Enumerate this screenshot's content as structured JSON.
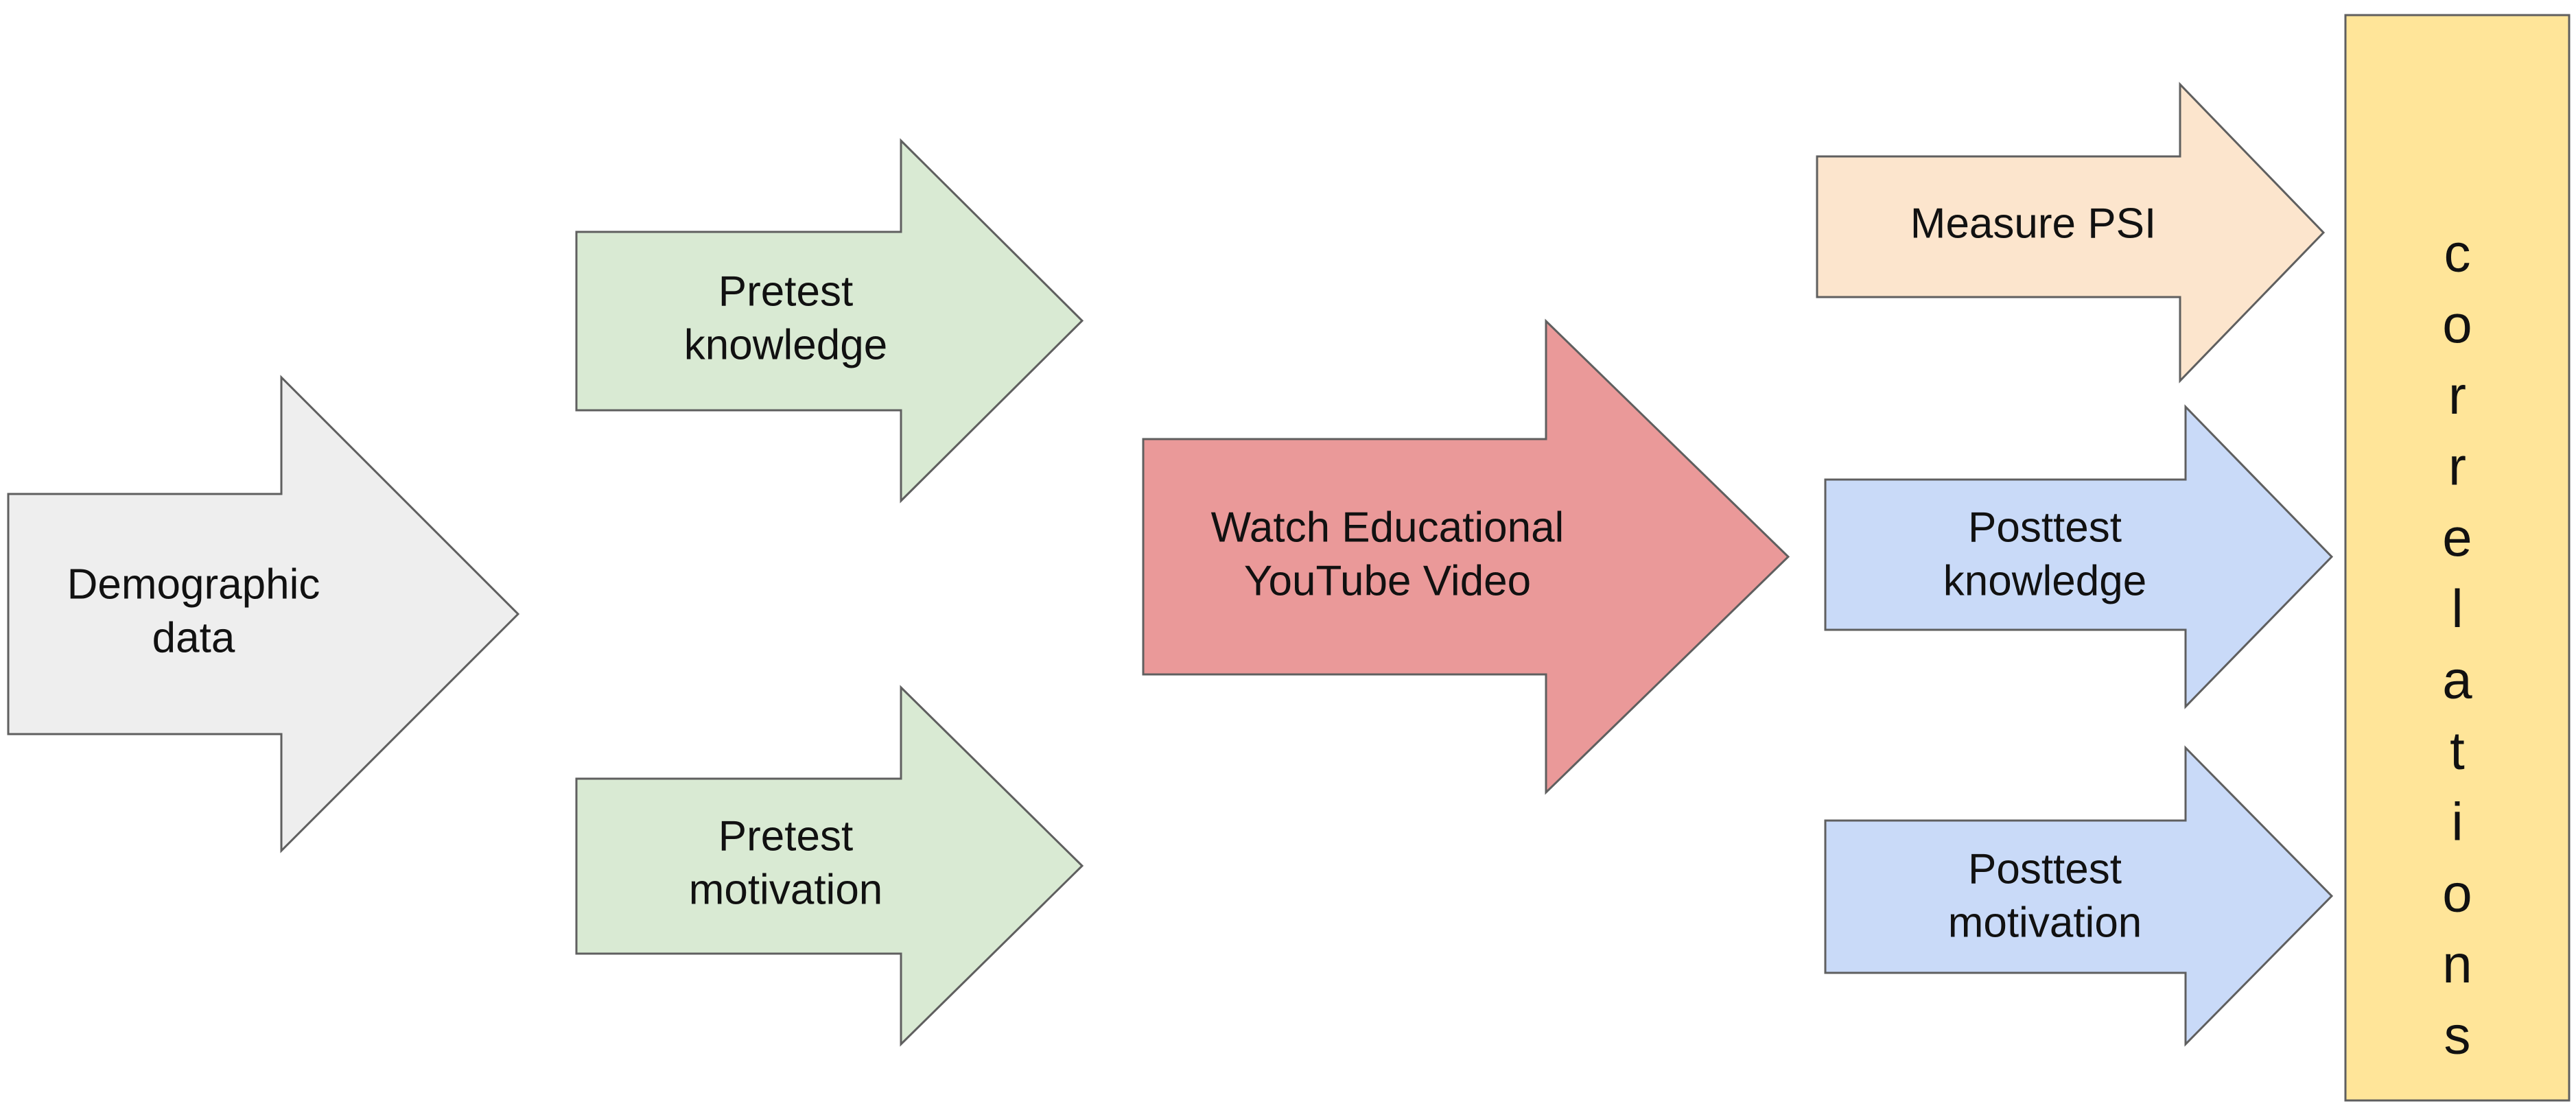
{
  "diagram": {
    "arrows": [
      {
        "id": "demographic",
        "lines": [
          "Demographic",
          "data"
        ],
        "color": "#eeeeee"
      },
      {
        "id": "pretest-knowledge",
        "lines": [
          "Pretest",
          "knowledge"
        ],
        "color": "#d9ead3"
      },
      {
        "id": "pretest-motivation",
        "lines": [
          "Pretest",
          "motivation"
        ],
        "color": "#d9ead3"
      },
      {
        "id": "watch-video",
        "lines": [
          "Watch Educational",
          "YouTube Video"
        ],
        "color": "#ea9999"
      },
      {
        "id": "measure-psi",
        "lines": [
          "Measure PSI"
        ],
        "color": "#fce5cd"
      },
      {
        "id": "posttest-knowledge",
        "lines": [
          "Posttest",
          "knowledge"
        ],
        "color": "#c9daf8"
      },
      {
        "id": "posttest-motivation",
        "lines": [
          "Posttest",
          "motivation"
        ],
        "color": "#c9daf8"
      }
    ],
    "result_bar": {
      "label": "correlations",
      "color": "#ffe599"
    }
  }
}
